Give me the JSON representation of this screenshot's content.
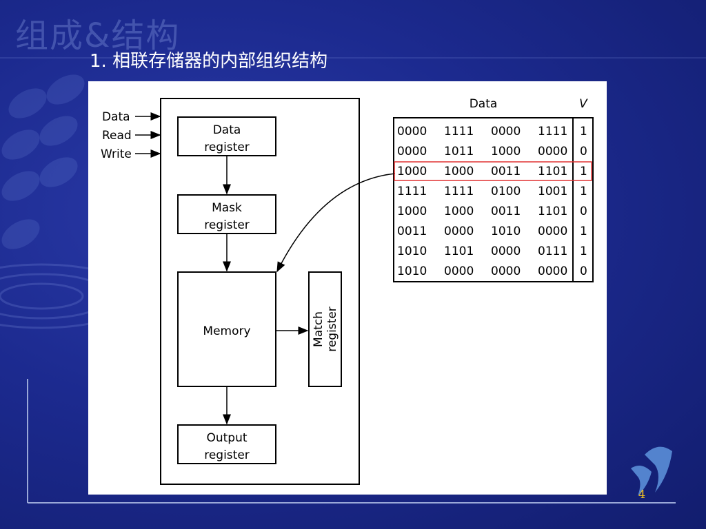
{
  "slide": {
    "watermark": "组成&结构",
    "title": "1. 相联存储器的内部组织结构",
    "page_number": "4"
  },
  "diagram": {
    "inputs": [
      "Data",
      "Read",
      "Write"
    ],
    "blocks": {
      "data_register": [
        "Data",
        "register"
      ],
      "mask_register": [
        "Mask",
        "register"
      ],
      "memory": "Memory",
      "match_register": [
        "Match",
        "register"
      ],
      "output_register": [
        "Output",
        "register"
      ]
    },
    "table": {
      "header_data": "Data",
      "header_v": "V",
      "rows": [
        [
          "0000",
          "1111",
          "0000",
          "1111",
          "1"
        ],
        [
          "0000",
          "1011",
          "1000",
          "0000",
          "0"
        ],
        [
          "1000",
          "1000",
          "0011",
          "1101",
          "1"
        ],
        [
          "1111",
          "1111",
          "0100",
          "1001",
          "1"
        ],
        [
          "1000",
          "1000",
          "0011",
          "1101",
          "0"
        ],
        [
          "0011",
          "0000",
          "1010",
          "0000",
          "1"
        ],
        [
          "1010",
          "1101",
          "0000",
          "0111",
          "1"
        ],
        [
          "1010",
          "0000",
          "0000",
          "0000",
          "0"
        ]
      ],
      "highlighted_row_index": 2,
      "highlight_color": "#e03030"
    }
  }
}
